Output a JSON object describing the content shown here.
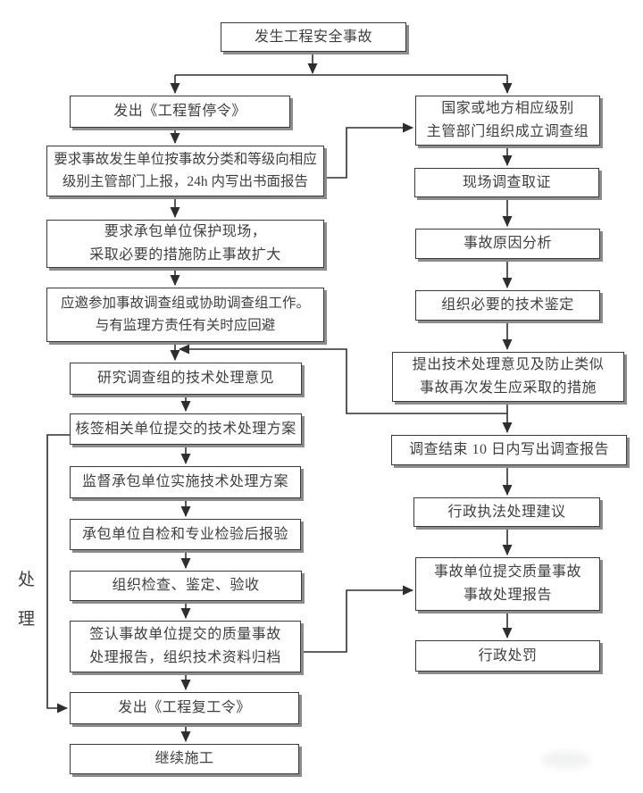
{
  "diagram": {
    "nodes": {
      "start": {
        "lines": [
          "发生工程安全事故"
        ]
      },
      "suspend_order": {
        "lines": [
          "发出《工程暂停令》"
        ]
      },
      "report_24h": {
        "lines": [
          "要求事故发生单位按事故分类和等级向相应",
          "级别主管部门上报，24h 内写出书面报告"
        ]
      },
      "protect_site": {
        "lines": [
          "要求承包单位保护现场，",
          "采取必要的措施防止事故扩大"
        ]
      },
      "join_investigation": {
        "lines": [
          "应邀参加事故调查组或协助调查组工作。",
          "与有监理方责任有关时应回避"
        ]
      },
      "study_opinion": {
        "lines": [
          "研究调查组的技术处理意见"
        ]
      },
      "countersign_plan": {
        "lines": [
          "核签相关单位提交的技术处理方案"
        ]
      },
      "supervise_plan": {
        "lines": [
          "监督承包单位实施技术处理方案"
        ]
      },
      "contractor_selfcheck": {
        "lines": [
          "承包单位自检和专业检验后报验"
        ]
      },
      "organize_acceptance": {
        "lines": [
          "组织检查、鉴定、验收"
        ]
      },
      "sign_report": {
        "lines": [
          "签认事故单位提交的质量事故",
          "处理报告，组织技术资料归档"
        ]
      },
      "resume_order": {
        "lines": [
          "发出《工程复工令》"
        ]
      },
      "continue_construction": {
        "lines": [
          "继续施工"
        ]
      },
      "form_team": {
        "lines": [
          "国家或地方相应级别",
          "主管部门组织成立调查组"
        ]
      },
      "site_evidence": {
        "lines": [
          "现场调查取证"
        ]
      },
      "cause_analysis": {
        "lines": [
          "事故原因分析"
        ]
      },
      "tech_appraisal": {
        "lines": [
          "组织必要的技术鉴定"
        ]
      },
      "propose_measures": {
        "lines": [
          "提出技术处理意见及防止类似",
          "事故再次发生应采取的措施"
        ]
      },
      "investigation_report": {
        "lines": [
          "调查结束 10 日内写出调查报告"
        ]
      },
      "law_enforcement": {
        "lines": [
          "行政执法处理建议"
        ]
      },
      "submit_quality_report": {
        "lines": [
          "事故单位提交质量事故",
          "事故处理报告"
        ]
      },
      "admin_penalty": {
        "lines": [
          "行政处罚"
        ]
      }
    },
    "side_label": {
      "lines": [
        "处",
        "理"
      ]
    },
    "colors": {
      "background": "#ffffff",
      "box_border": "#3a3a3a",
      "box_shadow": "#8c8c8c",
      "line": "#2e2e2e",
      "text": "#3f3f3f"
    }
  }
}
